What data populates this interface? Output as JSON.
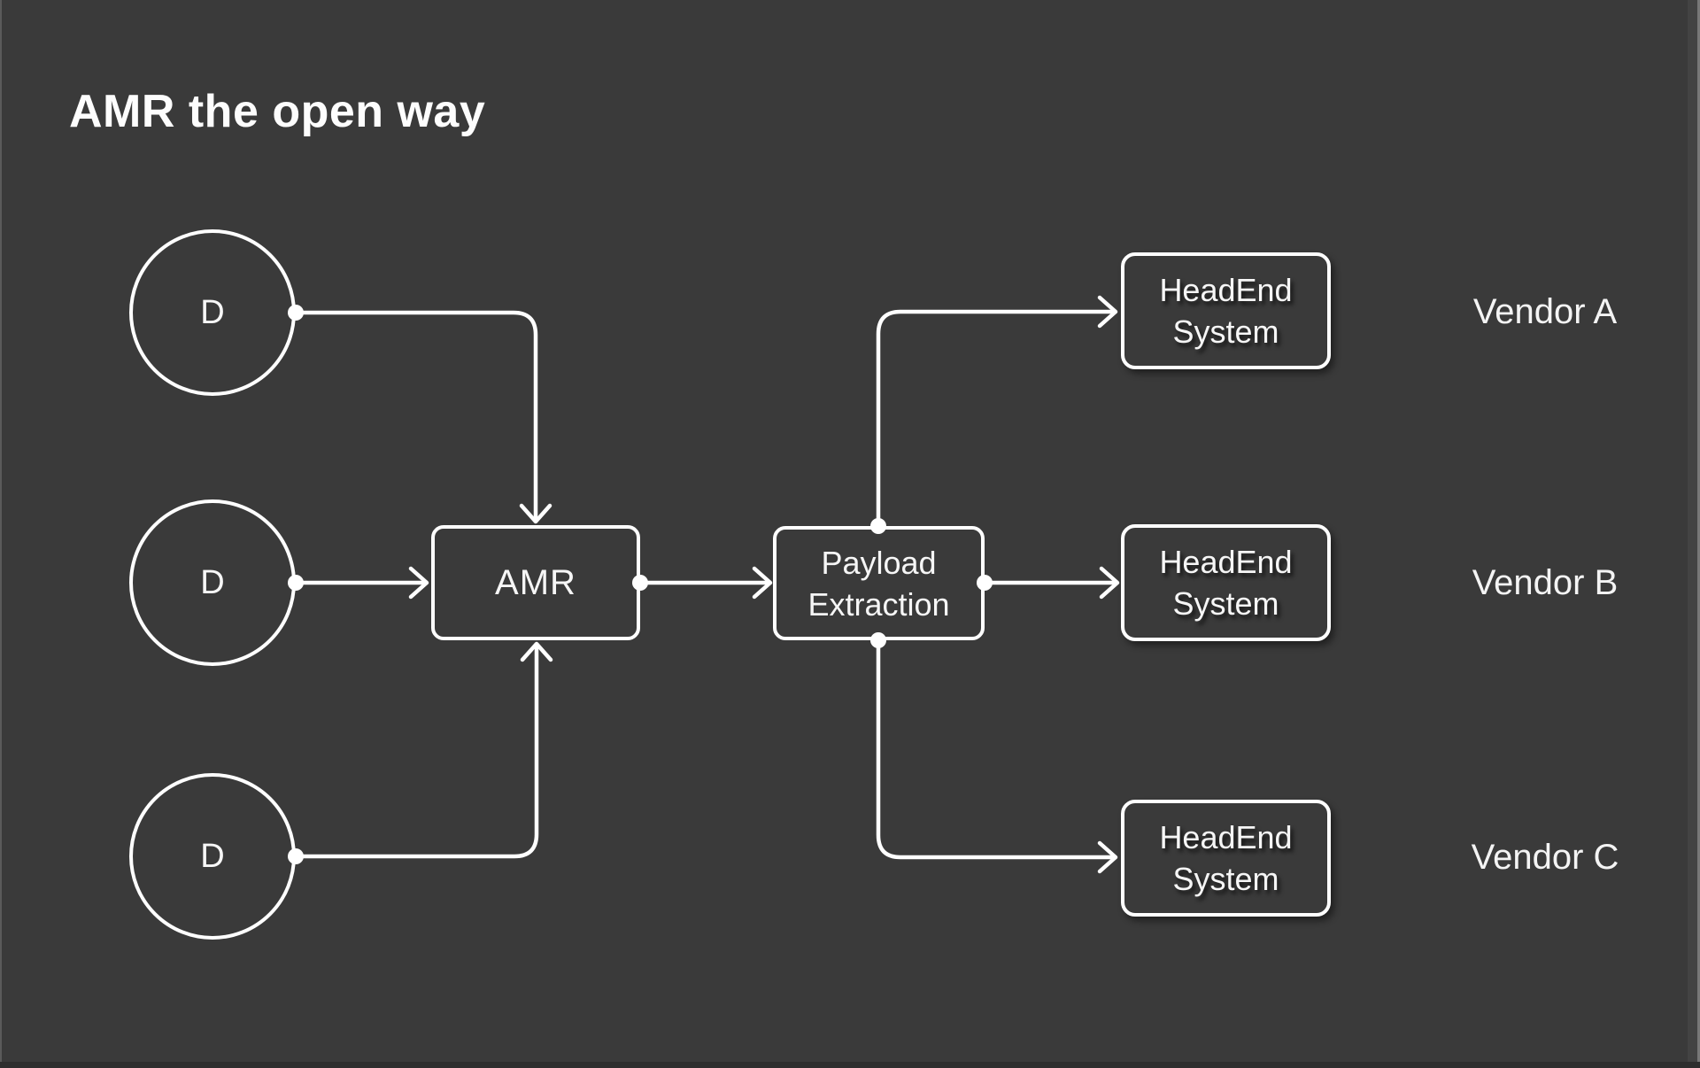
{
  "title": "AMR the open way",
  "nodes": {
    "devices": [
      {
        "label": "D"
      },
      {
        "label": "D"
      },
      {
        "label": "D"
      }
    ],
    "amr": {
      "label": "AMR"
    },
    "payload_extraction": {
      "line1": "Payload",
      "line2": "Extraction"
    },
    "headend_systems": [
      {
        "line1": "HeadEnd",
        "line2": "System"
      },
      {
        "line1": "HeadEnd",
        "line2": "System"
      },
      {
        "line1": "HeadEnd",
        "line2": "System"
      }
    ],
    "vendors": [
      {
        "label": "Vendor A"
      },
      {
        "label": "Vendor B"
      },
      {
        "label": "Vendor C"
      }
    ]
  },
  "colors": {
    "background": "#3a3a3a",
    "stroke": "#ffffff",
    "text": "#f6f6f6"
  }
}
